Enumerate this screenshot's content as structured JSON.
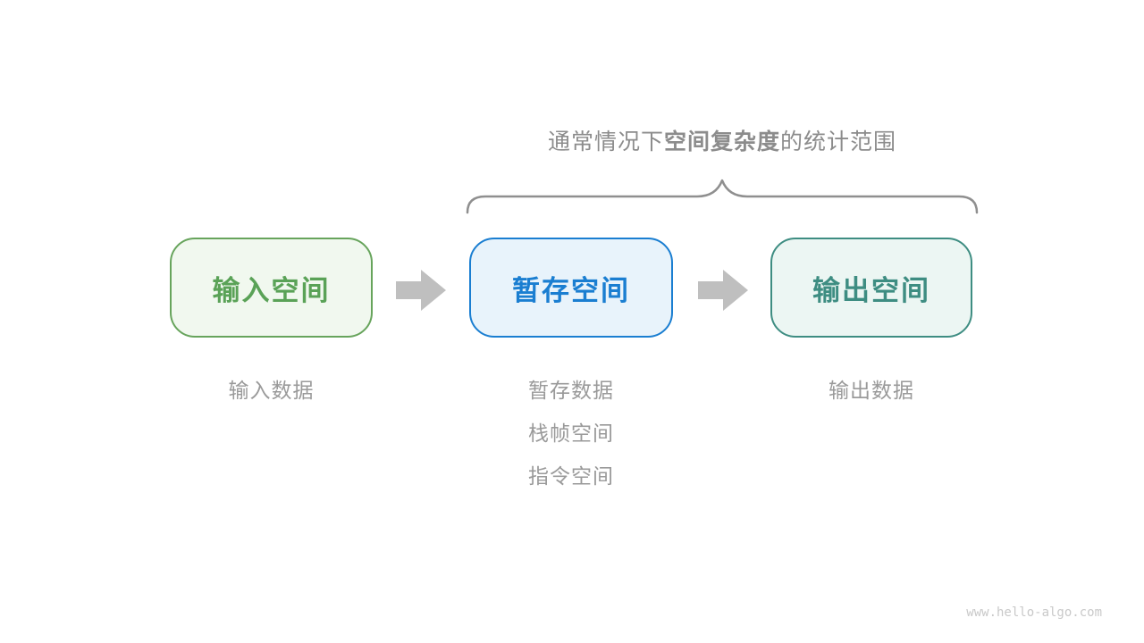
{
  "title": {
    "prefix": "通常情况下",
    "bold": "空间复杂度",
    "suffix": "的统计范围"
  },
  "boxes": [
    {
      "label": "输入空间"
    },
    {
      "label": "暂存空间"
    },
    {
      "label": "输出空间"
    }
  ],
  "sublabels": {
    "input": [
      "输入数据"
    ],
    "temp": [
      "暂存数据",
      "栈帧空间",
      "指令空间"
    ],
    "output": [
      "输出数据"
    ]
  },
  "watermark": "www.hello-algo.com",
  "icons": {
    "arrow": "right-block-arrow-icon",
    "brace": "top-curly-brace"
  },
  "colors": {
    "input-border": "#67a45c",
    "input-fill": "#f1f8ef",
    "input-text": "#5aa257",
    "temp-border": "#1a7ed1",
    "temp-fill": "#e8f3fb",
    "temp-text": "#1a7ed1",
    "output-border": "#3e8d82",
    "output-fill": "#ecf6f3",
    "output-text": "#3e8d82",
    "arrow": "#bfbfbf",
    "brace": "#8f8f8f",
    "title-text": "#8c8c8c",
    "sublabel-text": "#9a9a9a",
    "watermark-text": "#c9c9c9"
  }
}
